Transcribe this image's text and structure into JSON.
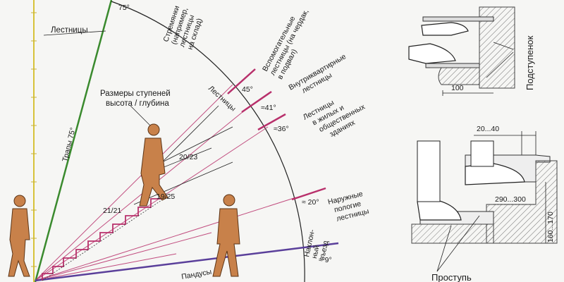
{
  "title_top_left": "Лестницы",
  "angles": {
    "a75": "75°",
    "a45": "45°",
    "a41": "≈41°",
    "a36": "≈36°",
    "a20": "≈ 20°",
    "a9": "≈ 9°"
  },
  "categories": {
    "stepladders": [
      "Стремянки",
      "(например,",
      "лестницы",
      "на склад)"
    ],
    "auxiliary": [
      "Вспомогательные",
      "лестницы (на чердак,",
      "в подвал)"
    ],
    "interapartment": [
      "Внутриквартирные",
      "лестницы"
    ],
    "residential": [
      "Лестницы",
      "в жилых и",
      "общественных",
      "зданиях"
    ],
    "outdoor": [
      "Наружные",
      "пологие",
      "лестницы"
    ],
    "ramp": [
      "Наклон-",
      "ный",
      "въезд"
    ],
    "ramps_bottom": "Пандусы"
  },
  "arc_label": "Лестницы",
  "ladders_label": "Трапы 75°",
  "step_sizes_title": [
    "Размеры ступеней",
    "высота / глубина"
  ],
  "step_ratios": [
    "20/23",
    "21/21",
    "19/25"
  ],
  "right_detail": {
    "riser_label": "Подступенок",
    "tread_width": "100",
    "overhang": "20...40",
    "depth": "290...300",
    "height": "160...170",
    "tread_label": "Проступь"
  },
  "colors": {
    "green": "#3a8a2e",
    "yellow": "#d7c23a",
    "pink": "#b8306b",
    "purple": "#5a3f9a",
    "figure": "#c8814a"
  }
}
